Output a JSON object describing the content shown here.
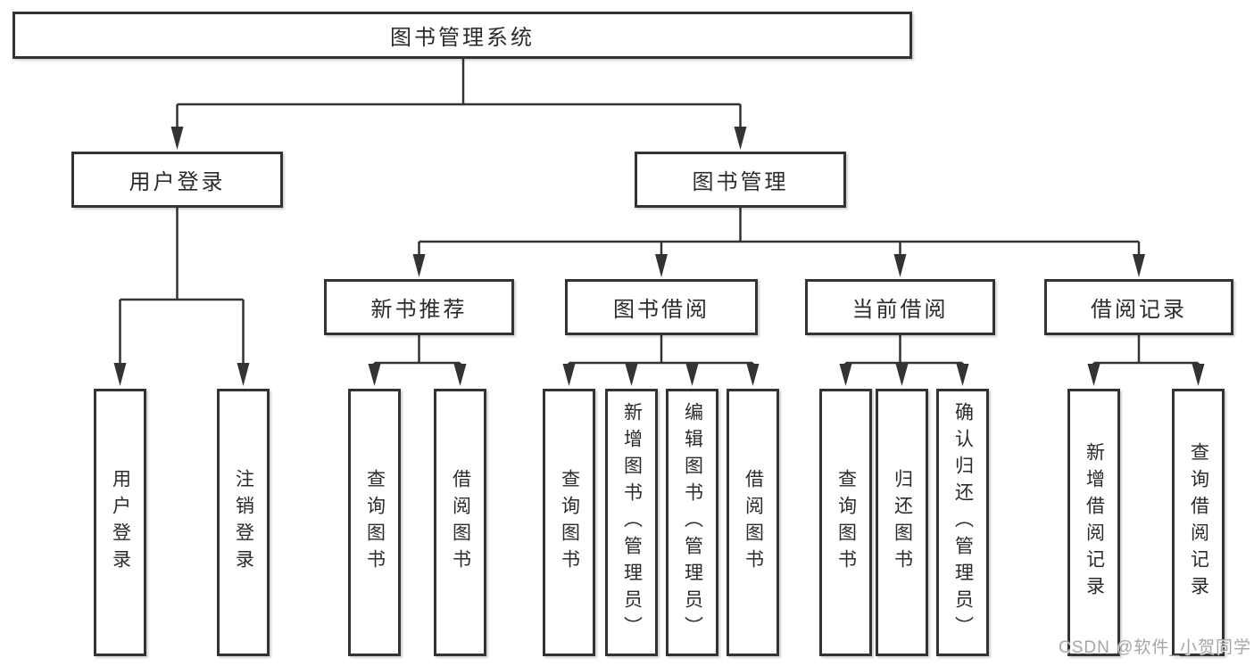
{
  "colors": {
    "line": "#333333",
    "border": "#333333",
    "text": "#2b2b2b",
    "background": "#ffffff",
    "watermark": "#a6a6a6"
  },
  "watermark": {
    "text": "CSDN @软件_小贺同学"
  },
  "nodes": {
    "root": {
      "label": "图书管理系统"
    },
    "level2": [
      {
        "label": "用户登录"
      },
      {
        "label": "图书管理"
      }
    ],
    "level3": [
      {
        "label": "新书推荐"
      },
      {
        "label": "图书借阅"
      },
      {
        "label": "当前借阅"
      },
      {
        "label": "借阅记录"
      }
    ],
    "leaves_login": [
      {
        "label": "用户登录"
      },
      {
        "label": "注销登录"
      }
    ],
    "leaves_recommend": [
      {
        "label": "查询图书"
      },
      {
        "label": "借阅图书"
      }
    ],
    "leaves_borrow": [
      {
        "label": "查询图书"
      },
      {
        "label": "新增图书（管理员）"
      },
      {
        "label": "编辑图书（管理员）"
      },
      {
        "label": "借阅图书"
      }
    ],
    "leaves_current": [
      {
        "label": "查询图书"
      },
      {
        "label": "归还图书"
      },
      {
        "label": "确认归还（管理员）"
      }
    ],
    "leaves_records": [
      {
        "label": "新增借阅记录"
      },
      {
        "label": "查询借阅记录"
      }
    ]
  }
}
